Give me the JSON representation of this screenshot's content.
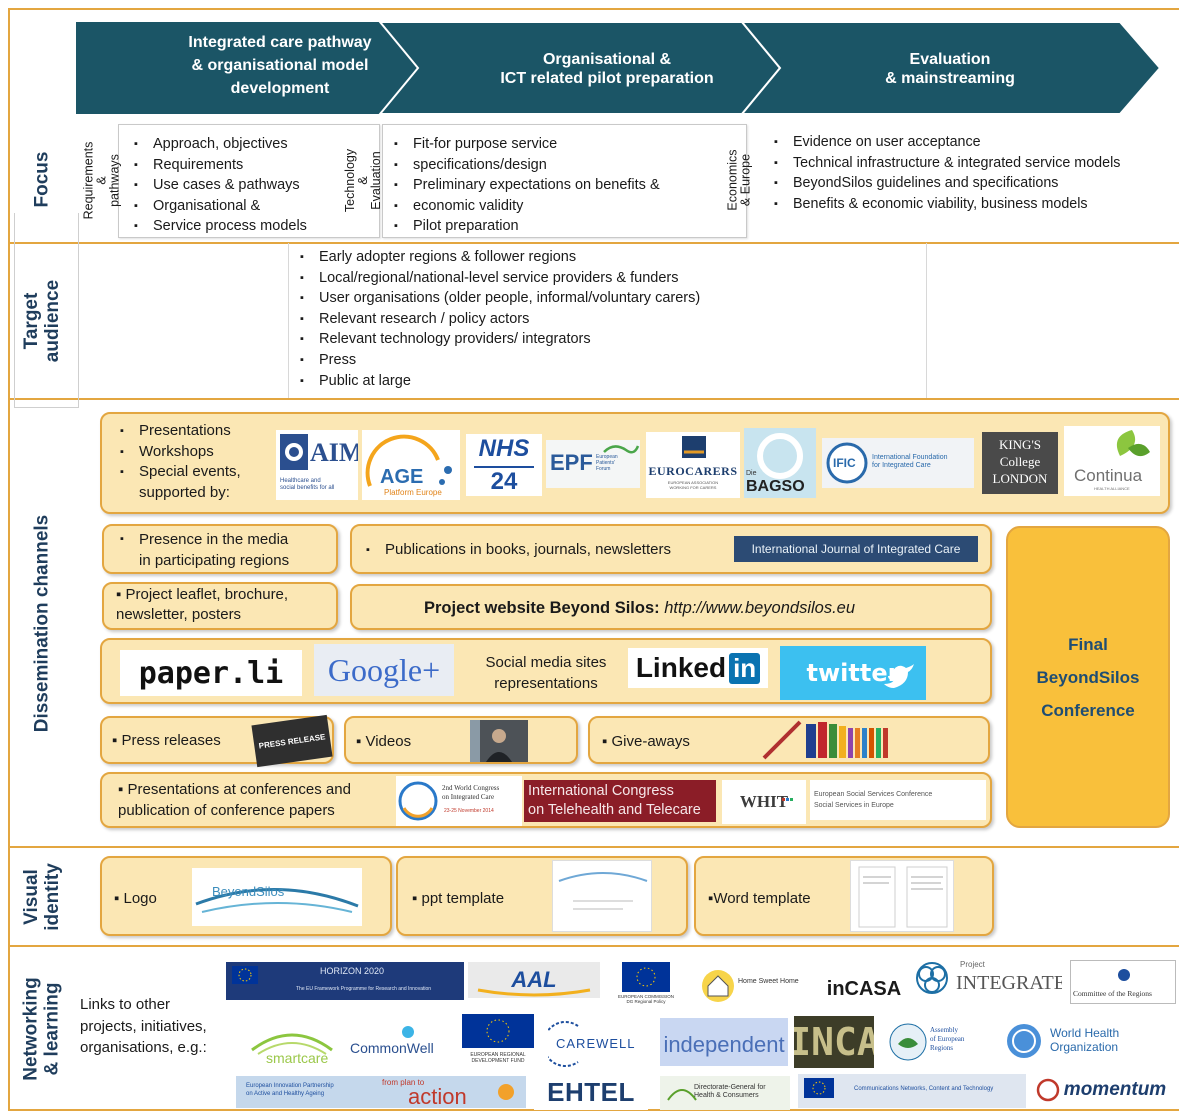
{
  "header_arrows": [
    {
      "text": "Integrated care pathway\n& organisational model\ndevelopment"
    },
    {
      "text": "Organisational &\nICT related pilot preparation"
    },
    {
      "text": "Evaluation\n& mainstreaming"
    }
  ],
  "sections": {
    "focus": "Focus",
    "target": "Target\naudience",
    "dissemination": "Dissemination channels",
    "visual": "Visual\nidentity",
    "networking": "Networking\n& learning"
  },
  "focus": {
    "col1_label": "Requirements &\npathways",
    "col1_items": [
      "Approach, objectives",
      "Requirements",
      "Use cases & pathways",
      "Organisational &",
      "Service process models"
    ],
    "col2_label": "Technology\n& Evaluation",
    "col2_items": [
      "Fit-for purpose service",
      "specifications/design",
      "Preliminary  expectations  on benefits &",
      "economic validity",
      "Pilot preparation"
    ],
    "col3_label": "Economics\n& Europe",
    "col3_items": [
      "Evidence on user acceptance",
      "Technical  infrastructure & integrated service models",
      "BeyondSilos guidelines and specifications",
      "Benefits & economic viability, business models"
    ]
  },
  "target_items": [
    "Early adopter regions & follower regions",
    "Local/regional/national-level  service providers  & funders",
    "User organisations (older people, informal/voluntary carers)",
    "Relevant research / policy  actors",
    "Relevant technology providers/ integrators",
    "Press",
    "Public at large"
  ],
  "dissemination": {
    "events_items": [
      "Presentations",
      "Workshops",
      "Special events,\nsupported by:"
    ],
    "event_logos": {
      "aim": "AIM",
      "aim_sub": "Healthcare and\nsocial benefits for all",
      "age": "AGE",
      "age_sub": "Platform Europe",
      "nhs_top": "NHS",
      "nhs_bottom": "24",
      "epf": "EPF",
      "epf_sub": "European\nPatients'\nForum",
      "eurocarers": "EUROCARERS",
      "eurocarers_sub": "EUROPEAN ASSOCIATION\nWORKING FOR CARERS",
      "bagso": "BAGSO",
      "bagso_small": "Die",
      "ific": "IFIC",
      "ific_sub": "International Foundation\nfor Integrated Care",
      "kings": "KING'S\nCollege\nLONDON",
      "continua": "Continua",
      "continua_sub": "HEALTH ALLIANCE"
    },
    "media": "Presence in the media\nin participating regions",
    "publications": "Publications in books, journals, newsletters",
    "ijic": "International Journal of Integrated Care",
    "leaflet": "▪ Project leaflet, brochure,\nnewsletter, posters",
    "website_label": "Project website Beyond Silos",
    "website_url": "http://www.beyondsilos.eu",
    "paperli": "paper.li",
    "googleplus": "Google+",
    "social": "Social media sites\nrepresentations",
    "linkedin": "Linked",
    "linkedin_in": "in",
    "twitter": "twitter",
    "press": "▪ Press releases",
    "press_logo": "PRESS RELEASE",
    "videos": "▪ Videos",
    "giveaways": "▪ Give-aways",
    "conferences": "▪ Presentations at conferences and\npublication of conference papers",
    "conf_logos": {
      "wcic": "2nd World Congress\non Integrated Care",
      "wcic_date": "23-25 November 2014",
      "ict": "International Congress\non Telehealth and Telecare",
      "whit": "WHIT",
      "essc": "European Social Services Conference\nSocial Services in Europe"
    }
  },
  "final": "Final\nBeyondSilos\nConference",
  "visual": {
    "logo": "▪ Logo",
    "logo_img": "BeyondSilos",
    "ppt": "▪ ppt template",
    "word": "▪Word template"
  },
  "networking": {
    "text": "Links to other\nprojects, initiatives,\norganisations, e.g.:",
    "logos": {
      "horizon": "HORIZON 2020",
      "horizon_sub": "The EU Framework Programme for Research and Innovation",
      "aal": "AAL",
      "ec_regional": "EUROPEAN COMMISSION\nDG Regional Policy",
      "hsh": "Home Sweet Home",
      "incasa": "inCASA",
      "integrate_small": "Project",
      "integrate": "INTEGRATE",
      "cor": "Committee of the Regions",
      "smartcare": "smartcare",
      "commonwell": "CommonWell",
      "erdf": "EUROPEAN REGIONAL\nDEVELOPMENT FUND",
      "carewell": "CAREWELL",
      "independent": "independent",
      "inca": "INCA",
      "aer": "Assembly\nof European\nRegions",
      "who": "World Health\nOrganization",
      "eip": "European Innovation Partnership\non Active and Healthy Ageing",
      "action_small": "from plan to",
      "action": "action",
      "ehtel": "EHTEL",
      "dg_sanco": "Directorate-General for\nHealth & Consumers",
      "dg_connect": "Communications Networks, Content and Technology",
      "momentum": "momentum"
    }
  },
  "colors": {
    "arrow": "#1b5566",
    "orange_border": "#e3a640",
    "box_fill": "#fbe7b4",
    "final_fill": "#f9c03b",
    "label": "#1f3d5c"
  }
}
